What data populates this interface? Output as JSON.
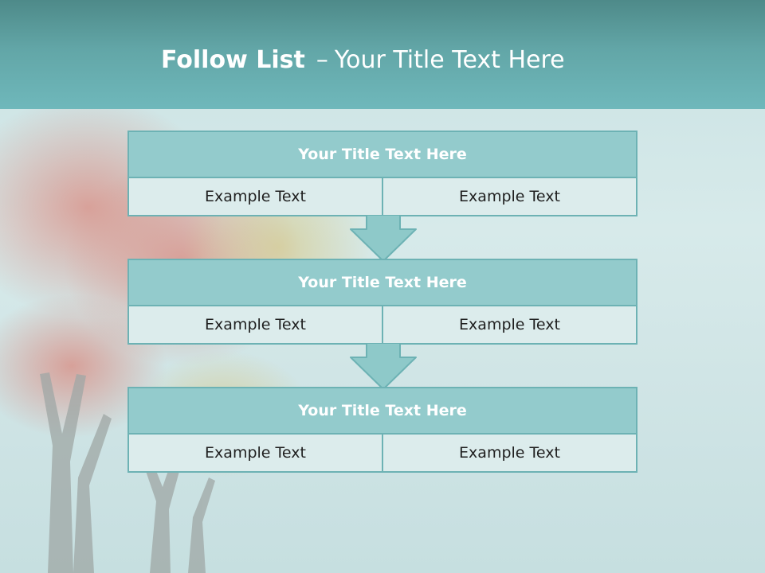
{
  "colors": {
    "header": "#62a6a7",
    "box_border": "#6db2b4",
    "box_head": "#93cbcc",
    "cell": "#dcecec",
    "arrow": "#8ec9c9"
  },
  "title": {
    "main": "Follow List",
    "dash": "–",
    "sub": "Your Title Text Here"
  },
  "steps": [
    {
      "title": "Your Title Text Here",
      "left": "Example Text",
      "right": "Example Text"
    },
    {
      "title": "Your Title Text Here",
      "left": "Example Text",
      "right": "Example Text"
    },
    {
      "title": "Your Title Text Here",
      "left": "Example Text",
      "right": "Example Text"
    }
  ]
}
